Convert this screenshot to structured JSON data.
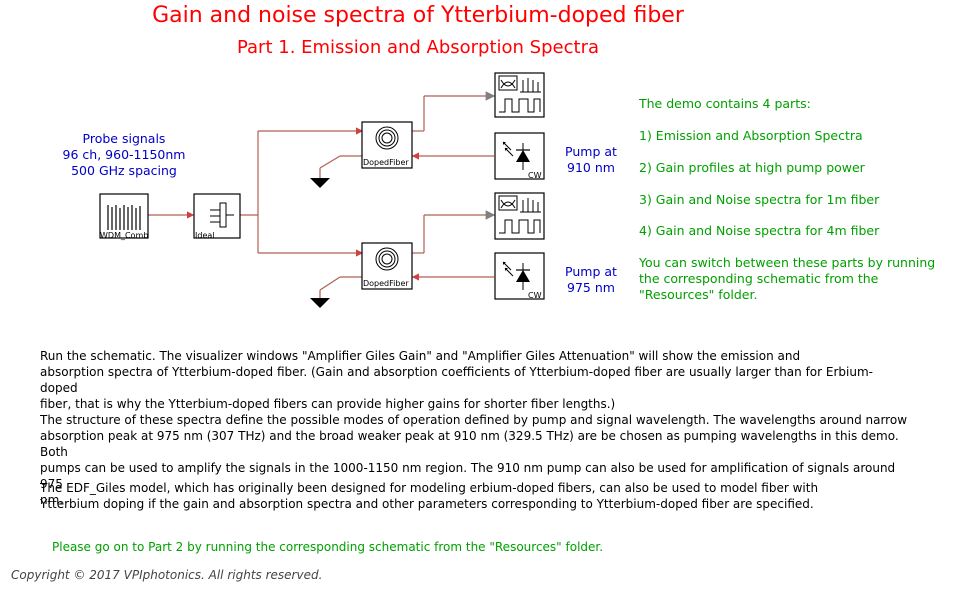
{
  "title": "Gain and noise spectra of Ytterbium-doped fiber",
  "subtitle": "Part 1. Emission and Absorption Spectra",
  "probe_text": [
    "Probe signals",
    "96 ch, 960-1150nm",
    "500 GHz spacing"
  ],
  "pump_910": [
    "Pump at",
    "910 nm"
  ],
  "pump_975": [
    "Pump at",
    "975 nm"
  ],
  "modules": {
    "wdm": "WDM_Comb",
    "ideal": "Ideal",
    "doped_top": "DopedFiber",
    "doped_bottom": "DopedFiber",
    "cw_top": "CW",
    "cw_bottom": "CW"
  },
  "demo": {
    "intro": "The demo contains 4 parts:",
    "parts": [
      "1) Emission and Absorption Spectra",
      "2) Gain profiles at high pump power",
      "3) Gain and Noise spectra for 1m fiber",
      "4) Gain and Noise spectra for 4m fiber"
    ],
    "switch": [
      "You can switch between these parts by running",
      "the corresponding schematic from the",
      "\"Resources\" folder."
    ]
  },
  "paragraphs": {
    "p1": [
      "Run the schematic. The visualizer windows \"Amplifier Giles Gain\" and \"Amplifier Giles Attenuation\" will show the emission and",
      "absorption spectra of Ytterbium-doped fiber. (Gain and absorption coefficients of Ytterbium-doped fiber are usually larger than for Erbium-doped",
      "fiber, that is why the Ytterbium-doped fibers can provide higher gains for shorter fiber lengths.)"
    ],
    "p2": [
      "The structure of these spectra define the possible modes of operation defined by pump and signal wavelength. The wavelengths around narrow",
      "absorption peak at 975 nm (307 THz) and the broad weaker peak at 910 nm (329.5 THz) are be chosen as pumping wavelengths in this demo. Both",
      "pumps can be used to amplify the signals in the 1000-1150 nm region. The 910 nm pump can also be used for amplification of signals around 975",
      "nm."
    ],
    "p3": [
      "The EDF_Giles model, which has originally been designed for modeling erbium-doped fibers, can also be used to model fiber with",
      "Ytterbium doping if the gain and absorption spectra and other parameters corresponding to Ytterbium-doped fiber are specified."
    ]
  },
  "continue": "Please go on to Part 2 by running the corresponding schematic from the \"Resources\" folder.",
  "copyright": "Copyright © 2017 VPIphotonics. All rights reserved.",
  "colors": {
    "title": "#ff0000",
    "probe": "#0000c8",
    "demo": "#00a000",
    "wire": "#b06050"
  }
}
